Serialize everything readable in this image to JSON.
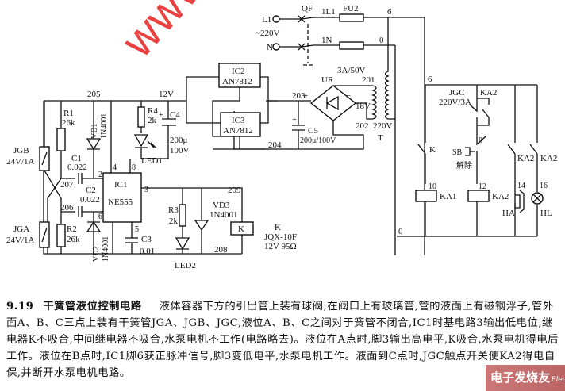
{
  "diagram": {
    "mains": {
      "l1": "L1",
      "n": "N",
      "voltage": "~220V",
      "breaker": "QF",
      "line_l": "1L1",
      "line_n": "1N",
      "fuse": "FU2",
      "node_6a": "6",
      "node_0a": "0"
    },
    "transformer": {
      "label": "T",
      "rating": "3A/50V",
      "primary": "220V",
      "secondary": "18V",
      "node_201": "201",
      "node_202": "202"
    },
    "rectifier": {
      "label": "UR",
      "plus": "+",
      "minus": "−",
      "node_203": "203"
    },
    "c5": {
      "label": "C5",
      "value": "200μ/100V",
      "plus": "+"
    },
    "ic2": {
      "name": "IC2",
      "part": "AN7812"
    },
    "ic3": {
      "name": "IC3",
      "part": "AN7812"
    },
    "node_204": "204",
    "supply_12v": "12V",
    "r4": {
      "label": "R4",
      "value": "2k"
    },
    "c4": {
      "label": "C4",
      "value1": "200μ",
      "value2": "100V",
      "plus": "+"
    },
    "led1": "LED1",
    "node_205": "205",
    "r1": {
      "label": "R1",
      "value": "26k"
    },
    "vd1": {
      "label": "VD1",
      "part": "1N4001"
    },
    "jgb": {
      "label": "JGB",
      "rating": "24V/1A"
    },
    "jga": {
      "label": "JGA",
      "rating": "24V/1A"
    },
    "c1": {
      "label": "C1",
      "value": "0.022"
    },
    "c2": {
      "label": "C2",
      "value": "0.022"
    },
    "node_207": "207",
    "node_206": "206",
    "r2": {
      "label": "R2",
      "value": "26k"
    },
    "vd2": {
      "label": "VD2",
      "part": "1N4001"
    },
    "ic1": {
      "name": "IC1",
      "part": "NE555",
      "pin2": "2",
      "pin3": "3",
      "pin4": "4",
      "pin5": "5",
      "pin6": "6",
      "pin8": "8"
    },
    "c3": {
      "label": "C3",
      "value": "0.01"
    },
    "r3": {
      "label": "R3",
      "value": "2k"
    },
    "led2": "LED2",
    "vd3": {
      "label": "VD3",
      "part": "1N4001"
    },
    "node_209": "209",
    "node_208": "208",
    "relay_k": {
      "label": "K",
      "model": "JQX-10F",
      "spec": "12V 95Ω"
    },
    "control": {
      "node_6": "6",
      "node_0": "0",
      "jgc": "JGC",
      "jgc_rating": "220V/3A",
      "ka2_contact": "KA2",
      "node_8": "8",
      "sb": "SB",
      "sb_label": "解除",
      "k_contact": "K",
      "node_10": "10",
      "ka1": "KA1",
      "node_12": "12",
      "ka2_coil": "KA2",
      "ka2_a": "KA2",
      "ka2_b": "KA2",
      "node_14": "14",
      "node_16": "16",
      "ha": "HA",
      "hl": "HL"
    }
  },
  "watermark": "www.elecfans.com",
  "caption": {
    "fig_no": "9.19",
    "title": "干簧管液位控制电路",
    "body": "液体容器下方的引出管上装有球阀,在阀口上有玻璃管,管的液面上有磁钢浮子,管外面A、B、C三点上装有干簧管JGA、JGB、JGC,液位A、B、C之间对于簧管不闭合,IC1时基电路3输出低电位,继电器K不吸合,中间继电器不吸合,水泵电机不工作(电路略去)。液位在A点时,脚3输出高电平,K吸合,水泵电机得电后工作。液位在B点时,IC1脚6获正脉冲信号,脚3变低电平,水泵电机工作。液面到C点时,JGC触点开关使KA2得电自保,并断开水泵电机电路。"
  },
  "badge": {
    "text": "电子发烧友",
    "sub": "Elecfans.com"
  }
}
